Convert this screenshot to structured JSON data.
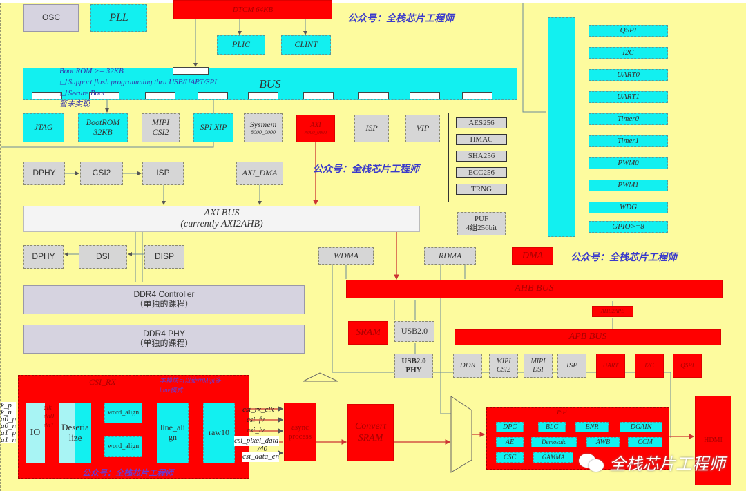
{
  "top": {
    "osc": "OSC",
    "pll": "PLL",
    "dtcm": "DTCM 64KB",
    "plic": "PLIC",
    "clint": "CLINT"
  },
  "watermark_text": "公众号：全栈芯片工程师",
  "bus": {
    "label": "BUS",
    "note1": "Boot ROM >= 32KB",
    "note2": "❑ Support flash programming thru USB/UART/SPI",
    "note3": "❑ Secure Boot",
    "note4": "暂未实现"
  },
  "row1": [
    {
      "l": "JTAG"
    },
    {
      "l": "BootROM\n32KB"
    },
    {
      "l": "MIPI\nCSI2"
    },
    {
      "l": "SPI XIP"
    },
    {
      "l": "Sysmem",
      "sub": "8000_0000"
    },
    {
      "l": "AXI",
      "sub": "A000_0000"
    },
    {
      "l": "ISP"
    },
    {
      "l": "VIP"
    }
  ],
  "security": [
    "AES256",
    "HMAC",
    "SHA256",
    "ECC256",
    "TRNG"
  ],
  "puf": "PUF\n4组256bit",
  "peripherals": [
    "QSPI",
    "I2C",
    "UART0",
    "UART1",
    "Timer0",
    "Timer1",
    "PWM0",
    "PWM1",
    "WDG",
    "GPIO>=8"
  ],
  "camera": {
    "dphy": "DPHY",
    "csi2": "CSI2",
    "isp": "ISP",
    "axi_dma": "AXI_DMA"
  },
  "axi_bus": {
    "title": "AXI BUS",
    "sub": "(currently AXI2AHB)"
  },
  "display": {
    "dphy": "DPHY",
    "dsi": "DSI",
    "disp": "DISP"
  },
  "ddr4": {
    "ctrl": "DDR4 Controller",
    "ctrl_note": "（单独的课程）",
    "phy": "DDR4 PHY",
    "phy_note": "（单独的课程）"
  },
  "dma": {
    "wdma": "WDMA",
    "rdma": "RDMA",
    "dma": "DMA"
  },
  "ahb_bus": "AHB BUS",
  "ahb2apb": "AHB2APB",
  "apb_bus": "APB BUS",
  "mem": {
    "sram": "SRAM",
    "usb": "USB2.0",
    "usb_phy": "USB2.0\nPHY"
  },
  "apb_devs": [
    {
      "l": "DDR"
    },
    {
      "l": "MIPI\nCSI2"
    },
    {
      "l": "MIPI\nDSI"
    },
    {
      "l": "ISP"
    },
    {
      "l": "UART"
    },
    {
      "l": "I2C"
    },
    {
      "l": "QSPI"
    }
  ],
  "csi_rx": {
    "title": "CSI_RX",
    "note": "本模块可以使用Mipi多\nlane模式",
    "io": "IO",
    "deser": "Deseria\nlize",
    "wa1": "word_align",
    "wa2": "word_align",
    "la": "line_ali\ngn",
    "raw": "raw10",
    "footer": "公众号：全栈芯片工程师",
    "pins": [
      "k_p",
      "k_n",
      "a0_p",
      "a0_n",
      "a1_p",
      "a1_n"
    ],
    "sigs_in": [
      "clk",
      "da0",
      "da1"
    ],
    "sigs_out": [
      "csi_rx_clk",
      "csi_fv",
      "csi_lv",
      "csi_pixel_data",
      "/40",
      "csi_data_en"
    ]
  },
  "async": "async\nprocess",
  "convert": "Convert\nSRAM",
  "isp": {
    "title": "ISP",
    "blocks": [
      "DPC",
      "BLC",
      "BNR",
      "DGAIN",
      "AE",
      "Demosaic",
      "AWB",
      "CCM",
      "CSC",
      "GAMMA"
    ]
  },
  "hdmi": "HDMI",
  "wechat": "全栈芯片工程师"
}
